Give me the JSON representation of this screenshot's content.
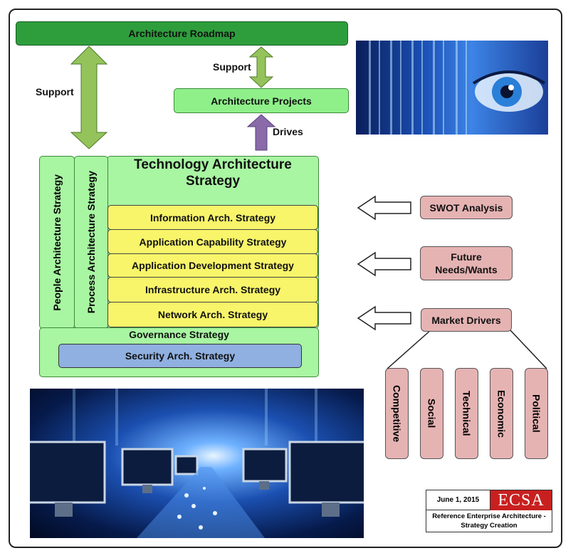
{
  "roadmap": "Architecture Roadmap",
  "projects": "Architecture Projects",
  "support_left": "Support",
  "support_right": "Support",
  "drives": "Drives",
  "tech_strategy": "Technology Architecture Strategy",
  "people_strategy": "People Architecture Strategy",
  "process_strategy": "Process Architecture Strategy",
  "tech_items": [
    "Information Arch. Strategy",
    "Application Capability Strategy",
    "Application Development Strategy",
    "Infrastructure Arch. Strategy",
    "Network Arch. Strategy"
  ],
  "governance": "Governance Strategy",
  "security": "Security Arch. Strategy",
  "inputs": {
    "swot": "SWOT Analysis",
    "future": "Future Needs/Wants",
    "market": "Market Drivers"
  },
  "drivers": [
    "Competitive",
    "Social",
    "Technical",
    "Economic",
    "Political"
  ],
  "stamp": {
    "date": "June 1, 2015",
    "logo": "ECSA",
    "caption": "Reference Enterprise Architecture - Strategy Creation"
  },
  "colors": {
    "dark_green": "#2e9e3c",
    "light_green": "#8ff08a",
    "yellow": "#f8f56a",
    "blue": "#8fb0e0",
    "pink": "#e6b3b3",
    "arrow_green": "#93c35a",
    "arrow_purple": "#8a6aa8"
  }
}
